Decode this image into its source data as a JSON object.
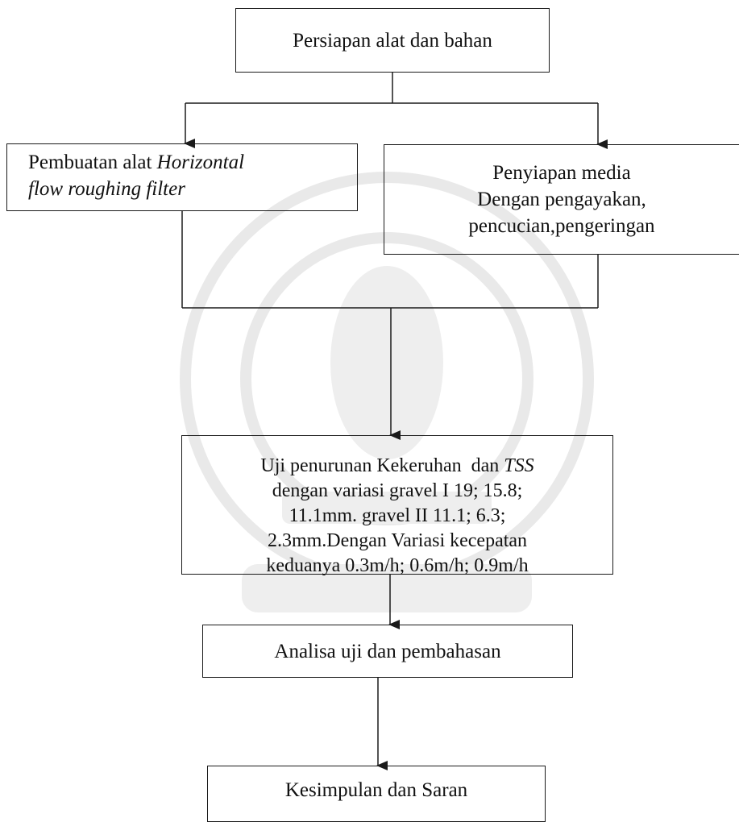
{
  "flowchart": {
    "step1": {
      "text": "Persiapan alat dan bahan"
    },
    "step2a": {
      "line1_plain": "Pembuatan alat ",
      "line1_italic": "Horizontal",
      "line2_italic": "flow roughing filter"
    },
    "step2b": {
      "line1": "Penyiapan media",
      "line2": "Dengan pengayakan,",
      "line3": "pencucian,pengeringan"
    },
    "step3": {
      "line1_plain": "Uji penurunan Kekeruhan  dan ",
      "line1_italic": "TSS",
      "line2": "dengan variasi gravel I 19; 15.8;",
      "line3": "11.1mm. gravel II 11.1; 6.3;",
      "line4": "2.3mm.Dengan Variasi kecepatan",
      "line5": "keduanya 0.3m/h; 0.6m/h; 0.9m/h"
    },
    "step4": {
      "text": "Analisa uji dan pembahasan"
    },
    "step5": {
      "text": "Kesimpulan dan Saran"
    }
  },
  "colors": {
    "line": "#1a1a1a",
    "watermark": "#e6e6e6"
  }
}
